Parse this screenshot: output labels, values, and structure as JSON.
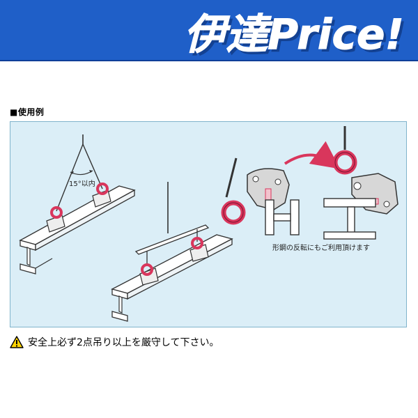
{
  "header": {
    "logo_text": "伊達Price!",
    "colors": {
      "background": "#1f5fc8",
      "text": "#ffffff",
      "shadow": "#0a2a66"
    }
  },
  "section": {
    "heading": "■使用例"
  },
  "illustration": {
    "angle_label": "15°以内",
    "caption": "形鋼の反転にもご利用頂けます",
    "colors": {
      "panel": "#dbeef7",
      "clamp_ring": "#d9365c",
      "arrow": "#d9365c"
    }
  },
  "warning": {
    "icon": "warning-triangle-icon",
    "text": "安全上必ず2点吊り以上を厳守して下さい。"
  }
}
